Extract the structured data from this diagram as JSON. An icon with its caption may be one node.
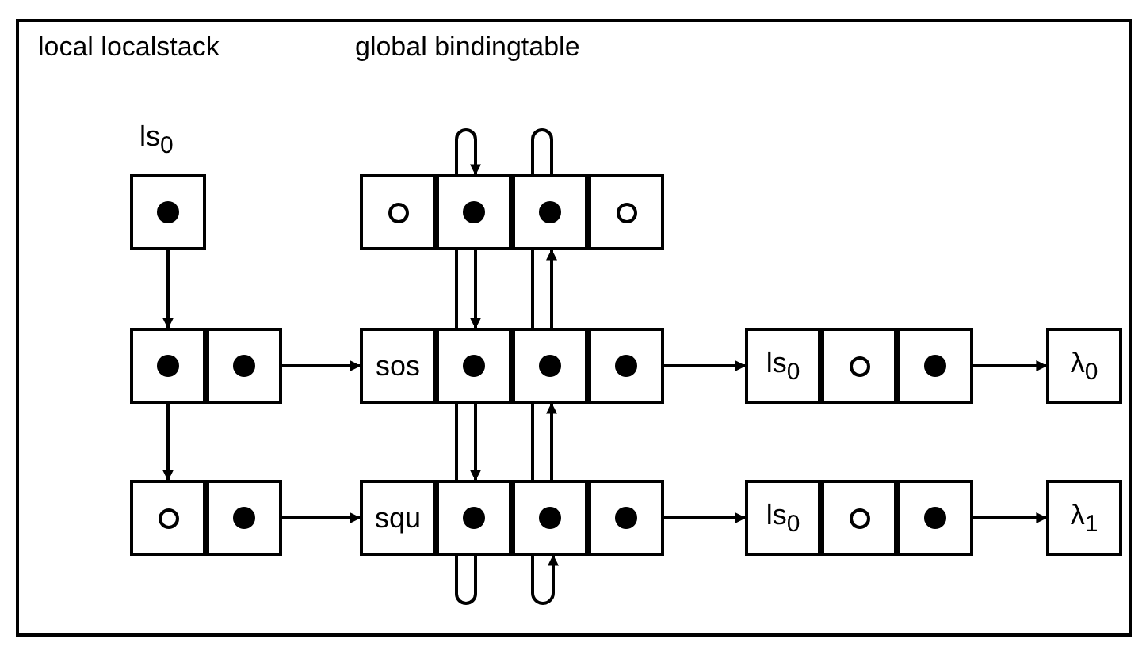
{
  "diagram": {
    "nodes": [
      {
        "text": [],
        "shape": "box",
        "beside": [
          "ls$_{0}$"
        ]
      },
      {
        "text": [],
        "shape": "box"
      },
      {
        "text": [],
        "shape": "box"
      },
      {
        "text": [],
        "shape": "box"
      },
      {
        "text": [],
        "shape": "box"
      },
      {
        "text": [],
        "shape": "box"
      },
      {
        "text": [],
        "shape": "box"
      },
      {
        "text": [
          "sos"
        ]
      },
      {
        "text": [],
        "shape": "box"
      },
      {
        "text": [],
        "shape": "box"
      },
      {
        "text": [],
        "shape": "box"
      },
      {
        "text": [
          "ls$_{0}$"
        ]
      },
      {
        "text": [],
        "shape": "box"
      },
      {
        "text": [],
        "shape": "box"
      },
      {
        "text": [
          "λ$_{0}$"
        ]
      },
      {
        "text": [],
        "shape": "box"
      },
      {
        "text": [],
        "shape": "box"
      },
      {
        "text": [
          "squ"
        ]
      },
      {
        "text": [],
        "shape": "box"
      },
      {
        "text": [],
        "shape": "box"
      },
      {
        "text": [],
        "shape": "box"
      },
      {
        "text": [
          "ls$_{0}$"
        ]
      },
      {
        "text": [],
        "shape": "box"
      },
      {
        "text": [],
        "shape": "box"
      },
      {
        "text": [
          "λ$_{1}$"
        ]
      }
    ],
    "edges": [
      {
        "from": 0,
        "to": 5,
        "arrow": "to"
      },
      {
        "from": 5,
        "to": 15,
        "arrow": "to"
      },
      {
        "from": 2,
        "to": 2,
        "arrow": "to"
      },
      {
        "from": 3,
        "to": 3,
        "arrow": "none"
      },
      {
        "from": 2,
        "to": 8,
        "arrow": "none"
      },
      {
        "from": 2,
        "to": 8,
        "arrow": "to"
      },
      {
        "from": 3,
        "to": 9,
        "arrow": "none"
      },
      {
        "from": 9,
        "to": 3,
        "arrow": "to"
      },
      {
        "from": 6,
        "to": 7,
        "arrow": "to"
      },
      {
        "from": 10,
        "to": 11,
        "arrow": "to"
      },
      {
        "from": 13,
        "to": 14,
        "arrow": "to"
      },
      {
        "from": 8,
        "to": 18,
        "arrow": "none"
      },
      {
        "from": 8,
        "to": 18,
        "arrow": "to"
      },
      {
        "from": 9,
        "to": 19,
        "arrow": "none"
      },
      {
        "from": 19,
        "to": 9,
        "arrow": "to"
      },
      {
        "from": 16,
        "to": 17,
        "arrow": "to"
      },
      {
        "from": 20,
        "to": 21,
        "arrow": "to"
      },
      {
        "from": 23,
        "to": 24,
        "arrow": "to"
      },
      {
        "from": 18,
        "to": 18,
        "arrow": "none"
      },
      {
        "from": 19,
        "to": 19,
        "arrow": "to"
      }
    ],
    "labels": [
      "local localstack",
      "global bindingtable"
    ]
  }
}
